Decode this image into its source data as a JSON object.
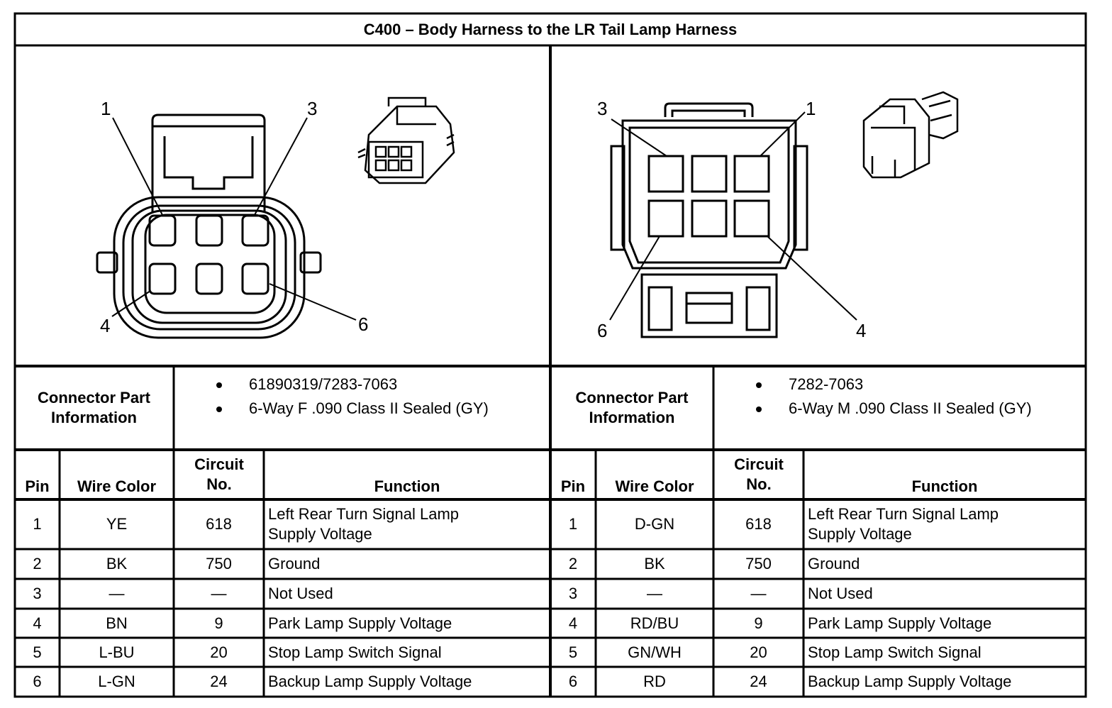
{
  "title": "C400 – Body Harness to the LR Tail Lamp Harness",
  "left": {
    "pin_callouts": [
      "1",
      "3",
      "4",
      "6"
    ],
    "connector_info_label": "Connector Part Information",
    "part_info": [
      "61890319/7283-7063",
      "6-Way F .090 Class II Sealed (GY)"
    ],
    "headers": {
      "pin": "Pin",
      "wire_color": "Wire Color",
      "circuit": "Circuit No.",
      "function": "Function"
    },
    "rows": [
      {
        "pin": "1",
        "wire": "YE",
        "circuit": "618",
        "function": "Left Rear Turn Signal Lamp Supply Voltage"
      },
      {
        "pin": "2",
        "wire": "BK",
        "circuit": "750",
        "function": "Ground"
      },
      {
        "pin": "3",
        "wire": "—",
        "circuit": "—",
        "function": "Not Used"
      },
      {
        "pin": "4",
        "wire": "BN",
        "circuit": "9",
        "function": "Park Lamp Supply Voltage"
      },
      {
        "pin": "5",
        "wire": "L-BU",
        "circuit": "20",
        "function": "Stop Lamp Switch Signal"
      },
      {
        "pin": "6",
        "wire": "L-GN",
        "circuit": "24",
        "function": "Backup Lamp Supply Voltage"
      }
    ]
  },
  "right": {
    "pin_callouts": [
      "3",
      "1",
      "6",
      "4"
    ],
    "connector_info_label": "Connector Part Information",
    "part_info": [
      "7282-7063",
      "6-Way M .090 Class II Sealed (GY)"
    ],
    "headers": {
      "pin": "Pin",
      "wire_color": "Wire Color",
      "circuit": "Circuit No.",
      "function": "Function"
    },
    "rows": [
      {
        "pin": "1",
        "wire": "D-GN",
        "circuit": "618",
        "function": "Left Rear Turn Signal Lamp Supply Voltage"
      },
      {
        "pin": "2",
        "wire": "BK",
        "circuit": "750",
        "function": "Ground"
      },
      {
        "pin": "3",
        "wire": "—",
        "circuit": "—",
        "function": "Not Used"
      },
      {
        "pin": "4",
        "wire": "RD/BU",
        "circuit": "9",
        "function": "Park Lamp Supply Voltage"
      },
      {
        "pin": "5",
        "wire": "GN/WH",
        "circuit": "20",
        "function": "Stop Lamp Switch Signal"
      },
      {
        "pin": "6",
        "wire": "RD",
        "circuit": "24",
        "function": "Backup Lamp Supply Voltage"
      }
    ]
  }
}
